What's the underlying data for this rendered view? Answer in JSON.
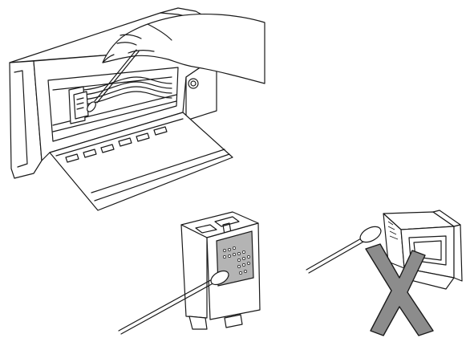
{
  "illustration": {
    "panels": [
      {
        "name": "printer-cartridge-cleaning",
        "icon": "printer-with-swab-icon"
      },
      {
        "name": "cartridge-correct-cleaning",
        "icon": "cartridge-nozzle-swab-icon"
      },
      {
        "name": "cartridge-incorrect-cleaning",
        "icon": "cartridge-contacts-prohibited-icon"
      }
    ],
    "colors": {
      "stroke": "#1a1a1a",
      "paper": "#ffffff",
      "nozzle_plate": "#b4b4b4",
      "prohibited_mark": "#8c8c8c"
    }
  }
}
